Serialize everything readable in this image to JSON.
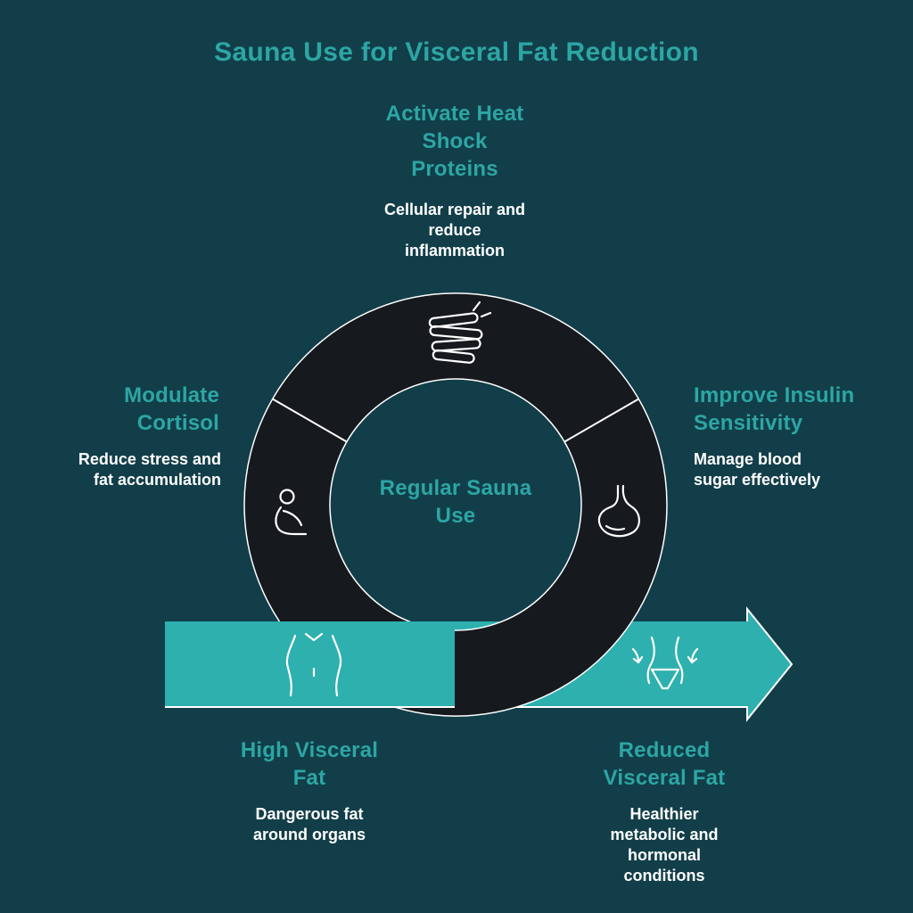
{
  "colors": {
    "background": "#123e49",
    "accent_teal": "#2ca6a4",
    "band_teal": "#2eb0ae",
    "ring_dark": "#161a1f",
    "body_text": "#ffffff",
    "icon_stroke": "#ffffff"
  },
  "title": "Sauna Use for Visceral Fat Reduction",
  "diagram": {
    "center": {
      "label": "Regular Sauna\nUse"
    },
    "nodes": [
      {
        "id": "heat-shock",
        "position": "top",
        "heading": "Activate Heat\nShock\nProteins",
        "body": "Cellular repair and\nreduce\ninflammation",
        "icon": "heat-shock-proteins-icon"
      },
      {
        "id": "cortisol",
        "position": "left",
        "heading": "Modulate\nCortisol",
        "body": "Reduce stress and\nfat accumulation",
        "icon": "sauna-person-icon"
      },
      {
        "id": "insulin",
        "position": "right",
        "heading": "Improve Insulin\nSensitivity",
        "body": "Manage blood\nsugar effectively",
        "icon": "stomach-icon"
      }
    ],
    "flow": {
      "from": {
        "heading": "High Visceral\nFat",
        "body": "Dangerous fat\naround organs",
        "icon": "belly-icon"
      },
      "to": {
        "heading": "Reduced\nVisceral Fat",
        "body": "Healthier\nmetabolic and\nhormonal\nconditions",
        "icon": "slim-waist-icon"
      }
    }
  }
}
